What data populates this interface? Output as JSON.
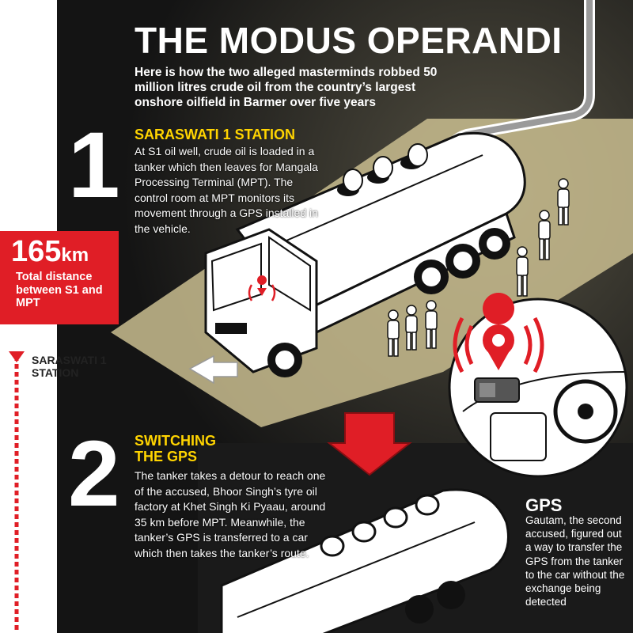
{
  "title": "THE MODUS OPERANDI",
  "intro": "Here is how the two alleged masterminds robbed 50 million litres crude oil from  the country’s largest onshore oilfield in Barmer over five years",
  "steps": [
    {
      "number": "1",
      "heading": "SARASWATI 1 STATION",
      "body": "At S1 oil well, crude oil is loaded in a tanker which then leaves for Mangala Processing Terminal (MPT). The control room at MPT monitors its movement through a GPS installed in the vehicle."
    },
    {
      "number": "2",
      "heading_line1": "SWITCHING",
      "heading_line2": "THE GPS",
      "body": "The tanker takes a detour to reach one of the accused, Bhoor Singh’s tyre oil factory at Khet Singh Ki Pyaau, around 35 km before MPT. Meanwhile, the tanker’s GPS is transferred to a car which then takes the tanker’s route."
    }
  ],
  "distance": {
    "value": "165",
    "unit": "km",
    "label": "Total distance between S1 and MPT"
  },
  "route_start_label": "SARASWATI 1 STATION",
  "gps": {
    "heading": "GPS",
    "body": "Gautam, the second accused, figured out a way to transfer the GPS from the tanker to the car without the exchange being detected"
  },
  "colors": {
    "accent_red": "#e01e26",
    "heading_yellow": "#ffd400",
    "background": "#141414",
    "ground": "#c9bd8f"
  },
  "icons": [
    "gps-pin-icon",
    "gps-signal-icon",
    "arrow-down-icon",
    "arrow-left-icon"
  ]
}
